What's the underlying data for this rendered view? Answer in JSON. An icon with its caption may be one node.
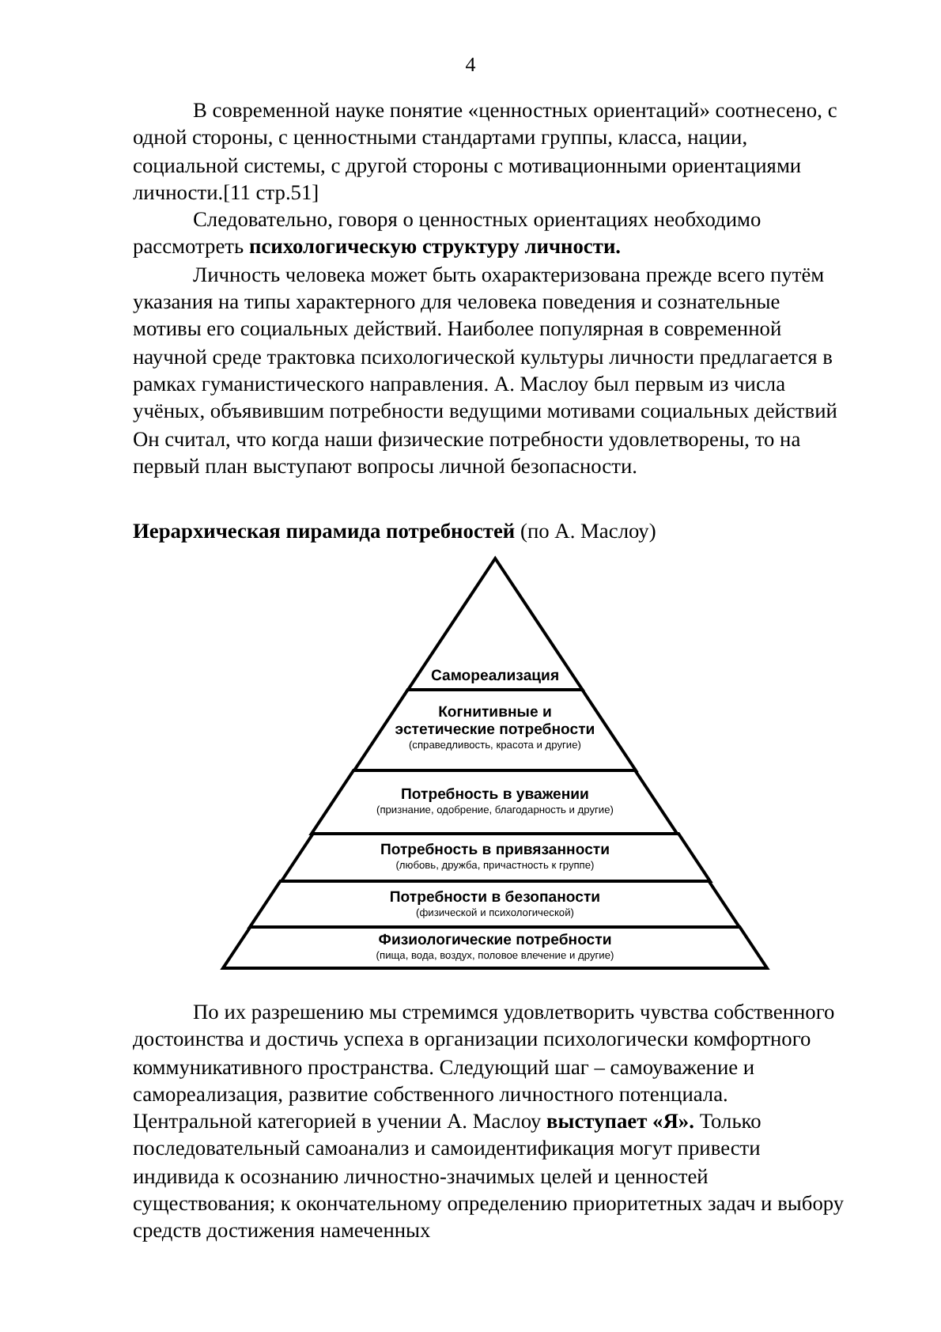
{
  "diagram": {
    "title": "**Иерархическая пирамида потребностей** (по А. Маслоу)",
    "nodes": [
      {
        "text": [
          "Самореализация"
        ]
      },
      {
        "text": [
          "Когнитивные и эстетические потребности",
          "(справедливость, красота и другие)"
        ]
      },
      {
        "text": [
          "Потребность в уважении",
          "(признание, одобрение, благодарность и другие)"
        ]
      },
      {
        "text": [
          "Потребность в привязанности",
          "(любовь, дружба, причастность к группе)"
        ]
      },
      {
        "text": [
          "Потребности в безопаности",
          "(физической и психологической)"
        ]
      },
      {
        "text": [
          "Физиологические потребности",
          "(пища, вода, воздух, половое влечение и другие)"
        ]
      }
    ],
    "edges": [],
    "labels": [
      "4",
      "В современной науке понятие «ценностных ориентаций» соотнесено, с одной стороны, с ценностными стандартами группы, класса, нации, социальной системы, с другой стороны с мотивационными ориентациями личности.[11 стр.51]",
      "Следовательно, говоря о ценностных ориентациях необходимо рассмотреть **психологическую структуру личности.**",
      "Личность человека может быть охарактеризована прежде всего путём указания на типы характерного для человека поведения и сознательные мотивы его социальных действий.  Наиболее популярная в современной научной среде трактовка психологической культуры личности предлагается в рамках гуманистического направления.  А. Маслоу  был первым из числа учёных, объявившим потребности ведущими мотивами социальных действий Он считал, что когда наши физические потребности удовлетворены, то на первый план выступают вопросы личной безопасности.",
      "По их разрешению мы стремимся удовлетворить чувства собственного достоинства и достичь успеха в организации психологически комфортного коммуникативного пространства. Следующий шаг – самоуважение и самореализация, развитие собственного личностного потенциала. Центральной категорией в учении А. Маслоу **выступает «Я».** Только последовательный самоанализ и самоидентификация могут привести индивида к осознанию личностно-значимых целей и ценностей существования; к окончательному определению приоритетных задач и выбору средств достижения намеченных"
    ]
  }
}
